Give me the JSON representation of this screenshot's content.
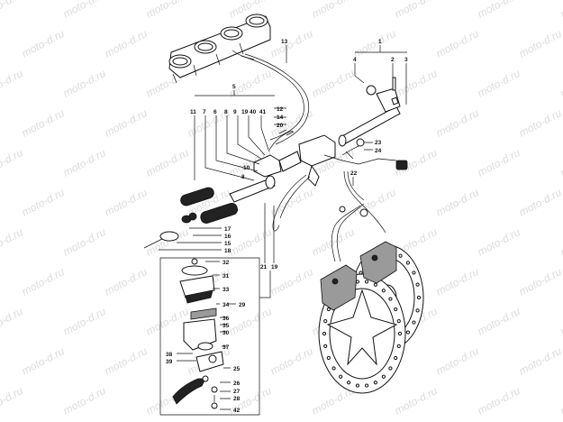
{
  "watermark": "moto-d.ru",
  "callouts": {
    "c1": "1",
    "c2": "2",
    "c3": "3",
    "c4": "4",
    "c5": "5",
    "c6": "6",
    "c7": "7",
    "c8": "8",
    "c8b": "8",
    "c9": "9",
    "c10": "10",
    "c11": "11",
    "c12": "12",
    "c13": "13",
    "c14": "14",
    "c15": "15",
    "c16": "16",
    "c17": "17",
    "c18": "18",
    "c19": "19",
    "c19b": "19",
    "c20": "20",
    "c21": "21",
    "c22": "22",
    "c23": "23",
    "c24": "24",
    "c25": "25",
    "c26": "26",
    "c27": "27",
    "c28": "28",
    "c29": "29",
    "c30": "30",
    "c31": "31",
    "c32": "32",
    "c33": "33",
    "c34": "34",
    "c35": "35",
    "c36": "36",
    "c37": "37",
    "c38": "38",
    "c39": "39",
    "c40": "40",
    "c41": "41",
    "c42": "42"
  }
}
